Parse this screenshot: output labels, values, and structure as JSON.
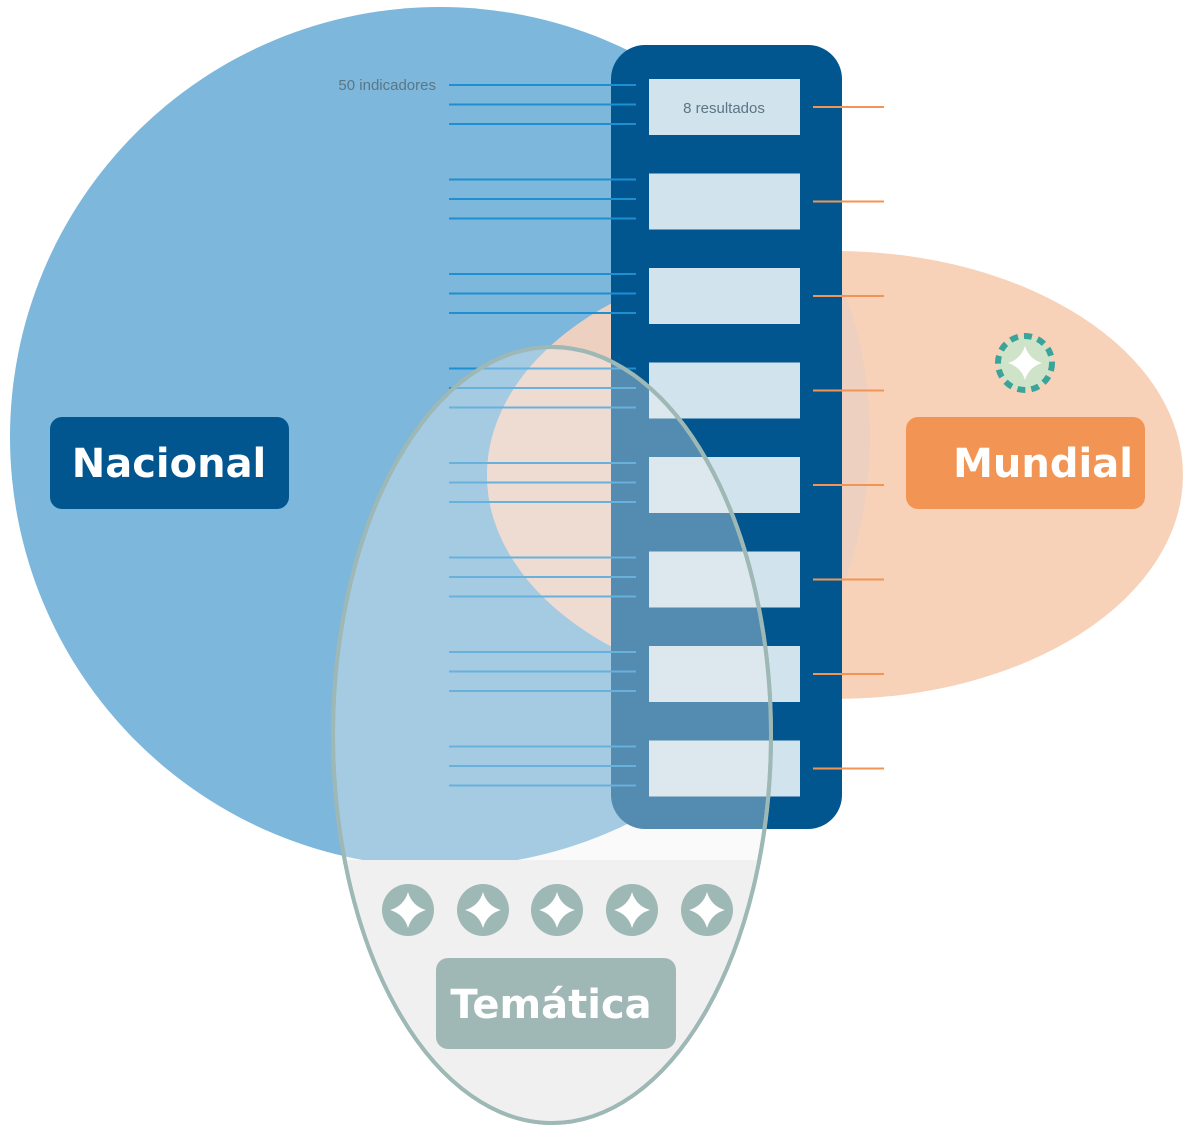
{
  "nacional": {
    "label": "Nacional",
    "indicators_label": "50 indicadores",
    "color": "#7db7dc",
    "label_bg": "#01568f"
  },
  "mundial": {
    "label": "Mundial",
    "color": "#f8d2b8",
    "label_bg": "#f29554",
    "icon": "sdg-wheel-icon"
  },
  "tematica": {
    "label": "Temática",
    "color": "#f0f0f0",
    "border": "#9db8b5",
    "label_bg": "#9fb7b5",
    "icons": [
      "theme-icon-1",
      "theme-icon-2",
      "theme-icon-3",
      "theme-icon-4",
      "theme-icon-5"
    ]
  },
  "results_column": {
    "label": "8 resultados",
    "count": 8,
    "color": "#01568f",
    "box_color": "#d1e3ec",
    "indicator_line_color": "#1f8fd1",
    "link_line_color": "#f29554"
  }
}
